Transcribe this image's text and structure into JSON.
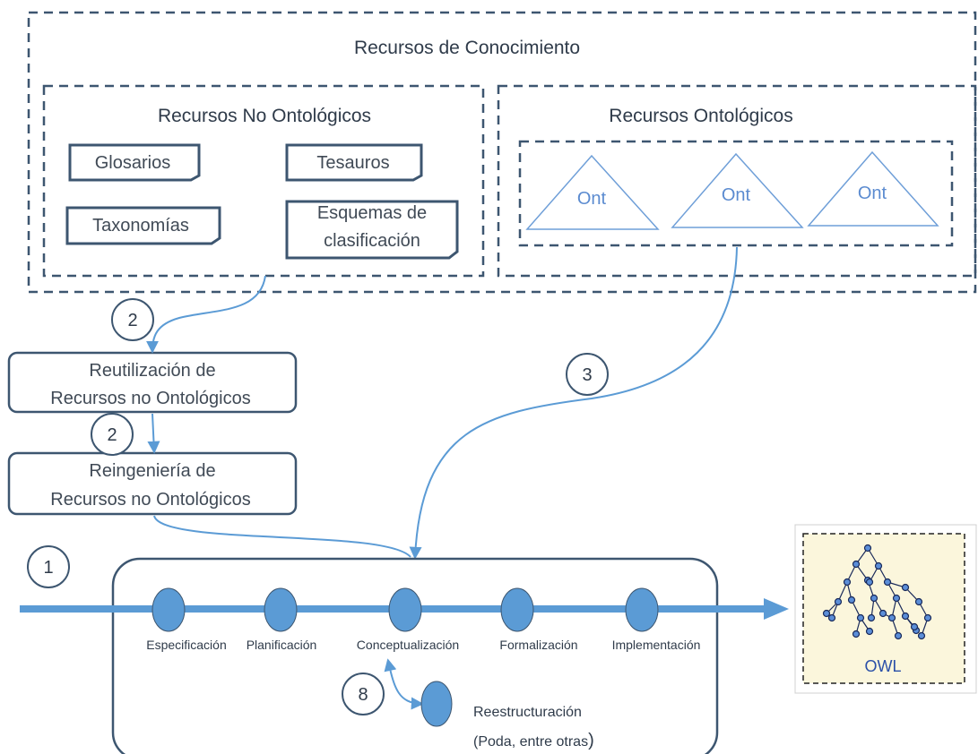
{
  "knowledge_resources": {
    "title": "Recursos de Conocimiento",
    "non_ontological": {
      "title": "Recursos No Ontológicos",
      "items": [
        "Glosarios",
        "Tesauros",
        "Taxonomías",
        "Esquemas de",
        "clasificación"
      ]
    },
    "ontological": {
      "title": "Recursos Ontológicos",
      "items": [
        "Ont",
        "Ont",
        "Ont"
      ]
    }
  },
  "process_boxes": {
    "reuse": [
      "Reutilización de",
      "Recursos no Ontológicos"
    ],
    "reengineering": [
      "Reingeniería de",
      "Recursos no Ontológicos"
    ]
  },
  "step_numbers": {
    "reuse": "2",
    "reengineering": "2",
    "ontological": "3",
    "main": "1",
    "restructuring": "8"
  },
  "phases": [
    "Especificación",
    "Planificación",
    "Conceptualización",
    "Formalización",
    "Implementación"
  ],
  "restructuring": {
    "label": "Reestructuración",
    "note": "(Poda, entre otras"
  },
  "output": {
    "label": "OWL"
  },
  "colors": {
    "dashed": "#3d5670",
    "box_border": "#3d5670",
    "arrow": "#5b9bd5",
    "phase_fill": "#5b9bd5",
    "ont_stroke": "#6f9fd8",
    "owl_bg": "#fbf6dc",
    "owl_text": "#2a4fa8"
  }
}
